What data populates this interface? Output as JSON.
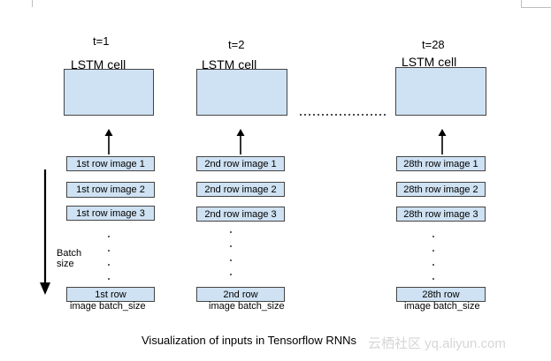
{
  "columns": [
    {
      "time_label": "t=1",
      "cell_label": "LSTM cell",
      "rows": [
        "1st row image 1",
        "1st row image 2",
        "1st row image 3"
      ],
      "last_row_box": "1st row",
      "last_row_under": "image batch_size"
    },
    {
      "time_label": "t=2",
      "cell_label": "LSTM cell",
      "rows": [
        "2nd row image 1",
        "2nd row image 2",
        "2nd row image 3"
      ],
      "last_row_box": "2nd row",
      "last_row_under": "image batch_size"
    },
    {
      "time_label": "t=28",
      "cell_label": "LSTM cell",
      "rows": [
        "28th row image 1",
        "28th row image 2",
        "28th row image 3"
      ],
      "last_row_box": "28th row",
      "last_row_under": "image batch_size"
    }
  ],
  "batch_label": {
    "line1": "Batch",
    "line2": "size"
  },
  "caption": "Visualization of inputs in Tensorflow RNNs",
  "watermark": "云栖社区 yq.aliyun.com",
  "colors": {
    "cell_fill": "#cfe2f3",
    "border": "#444444"
  }
}
